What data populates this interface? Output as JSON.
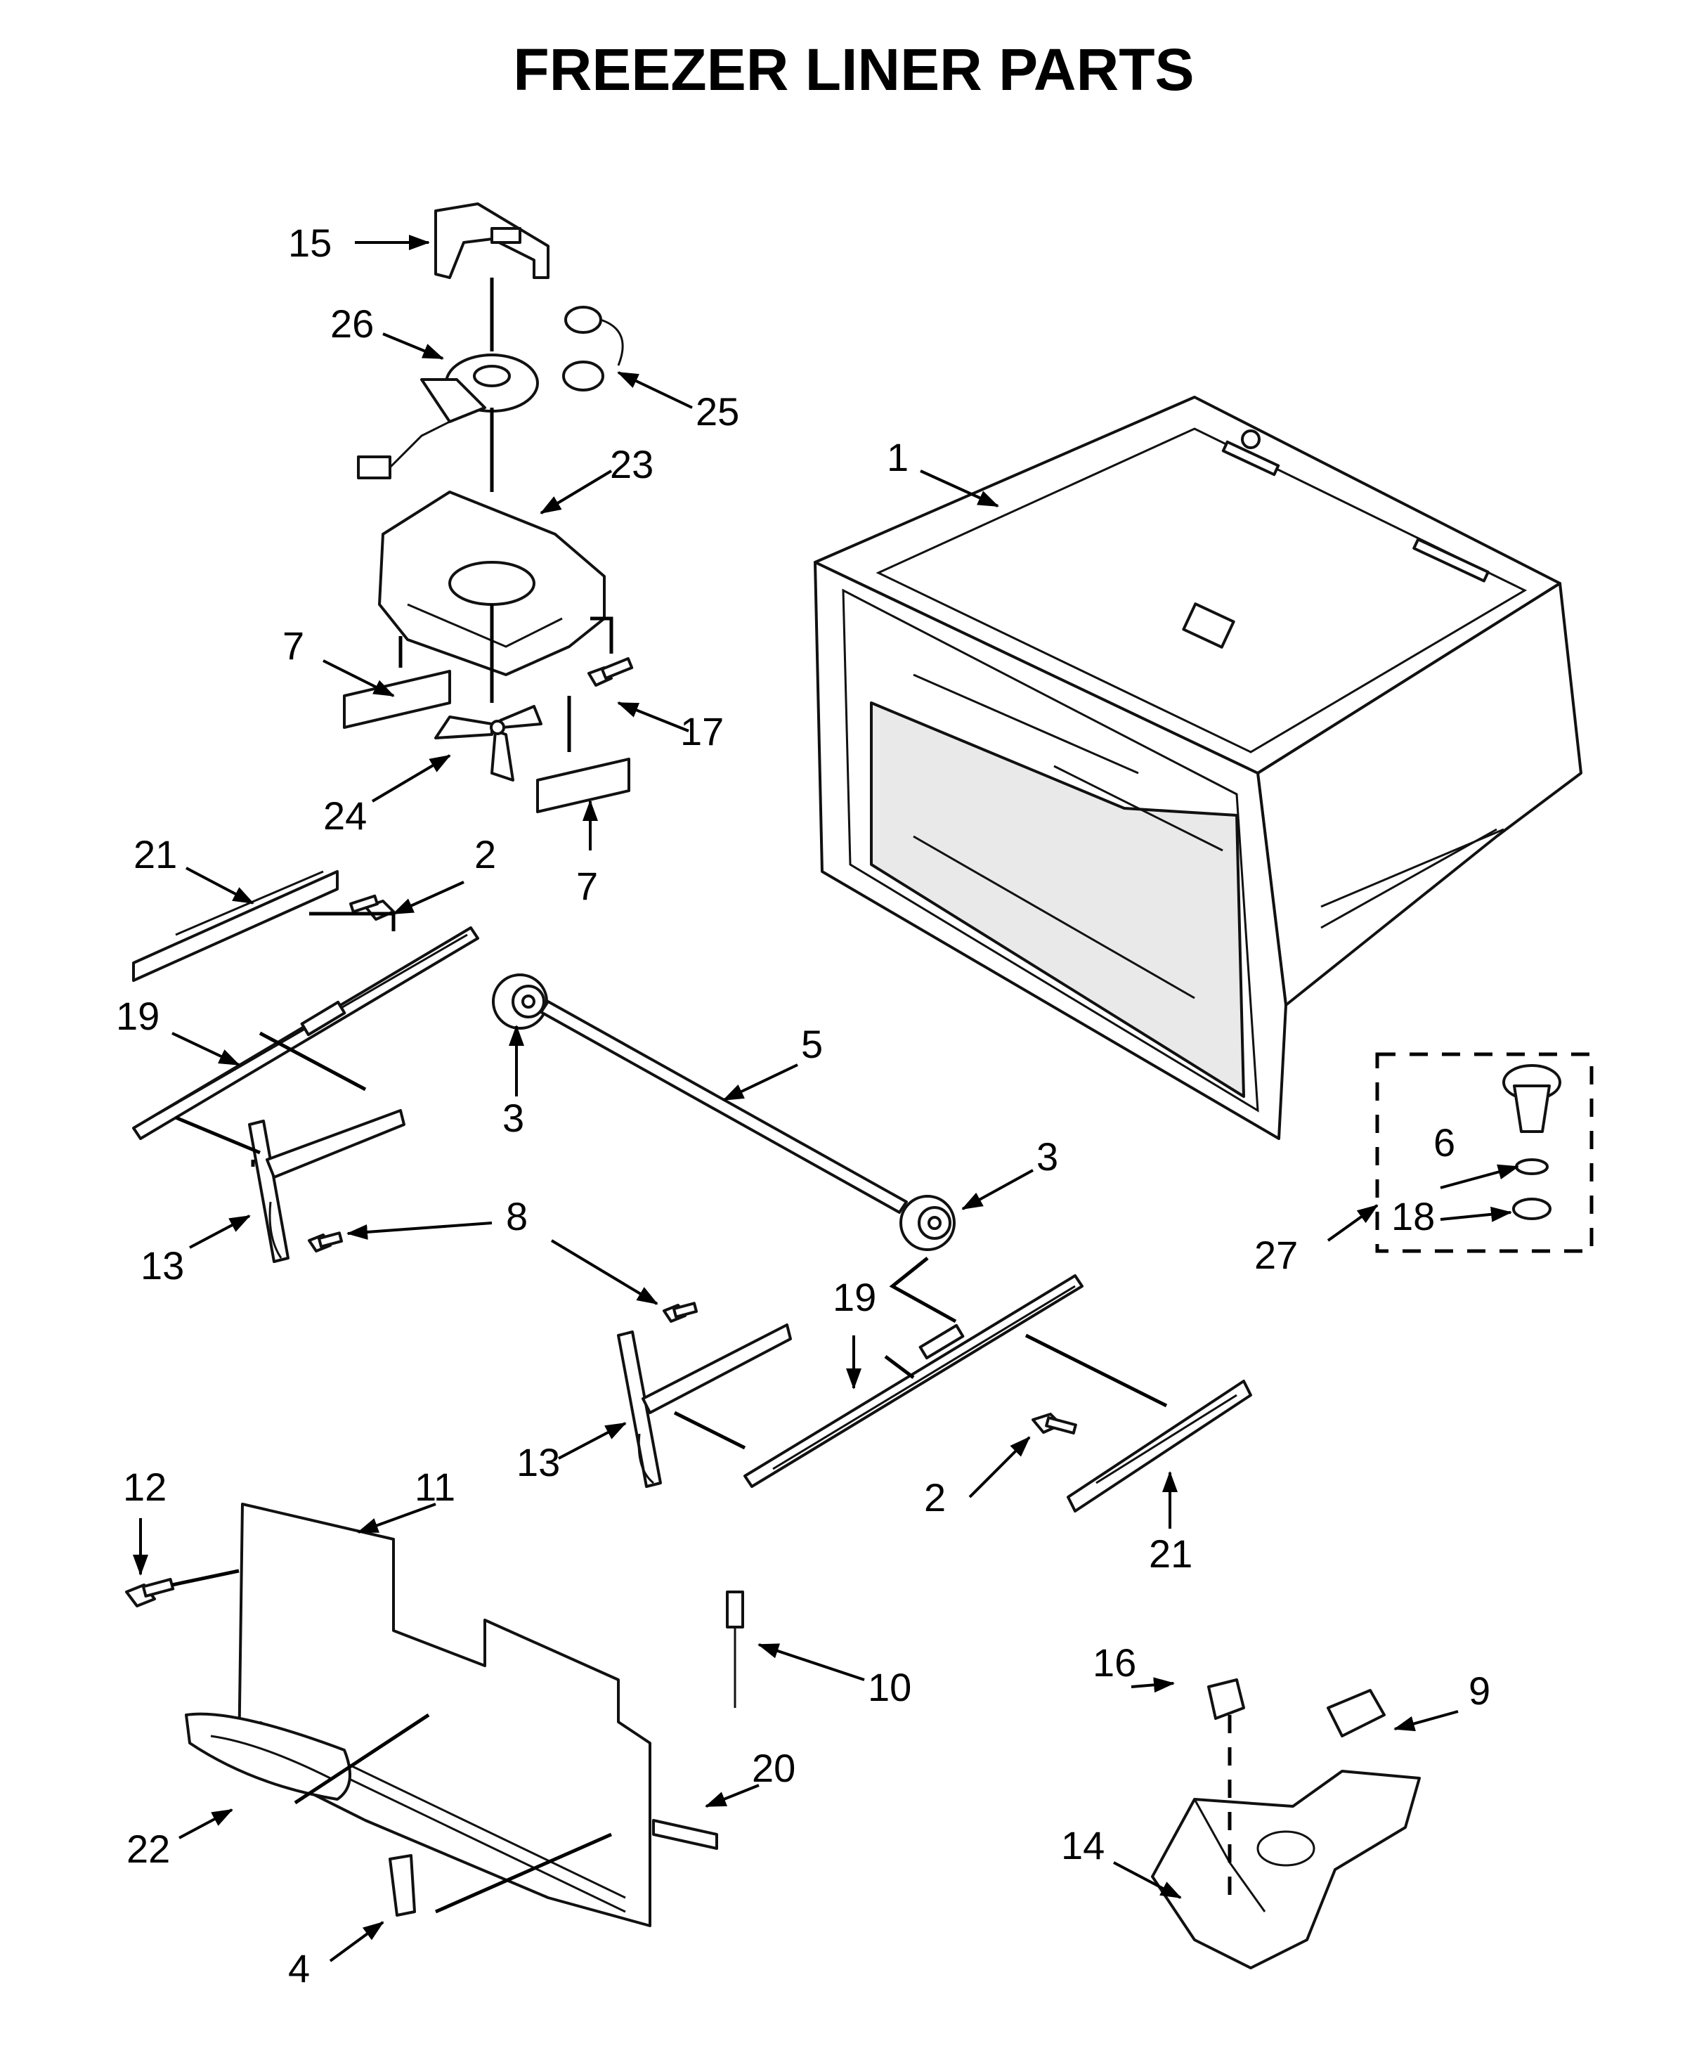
{
  "title": "FREEZER LINER PARTS",
  "callouts": {
    "c1": "1",
    "c2a": "2",
    "c2b": "2",
    "c3a": "3",
    "c3b": "3",
    "c4": "4",
    "c5": "5",
    "c6": "6",
    "c7a": "7",
    "c7b": "7",
    "c8": "8",
    "c9": "9",
    "c10": "10",
    "c11": "11",
    "c12": "12",
    "c13a": "13",
    "c13b": "13",
    "c14": "14",
    "c15": "15",
    "c16": "16",
    "c17": "17",
    "c18": "18",
    "c19a": "19",
    "c19b": "19",
    "c20": "20",
    "c21a": "21",
    "c21b": "21",
    "c22": "22",
    "c23": "23",
    "c24": "24",
    "c25": "25",
    "c26": "26",
    "c27": "27"
  }
}
